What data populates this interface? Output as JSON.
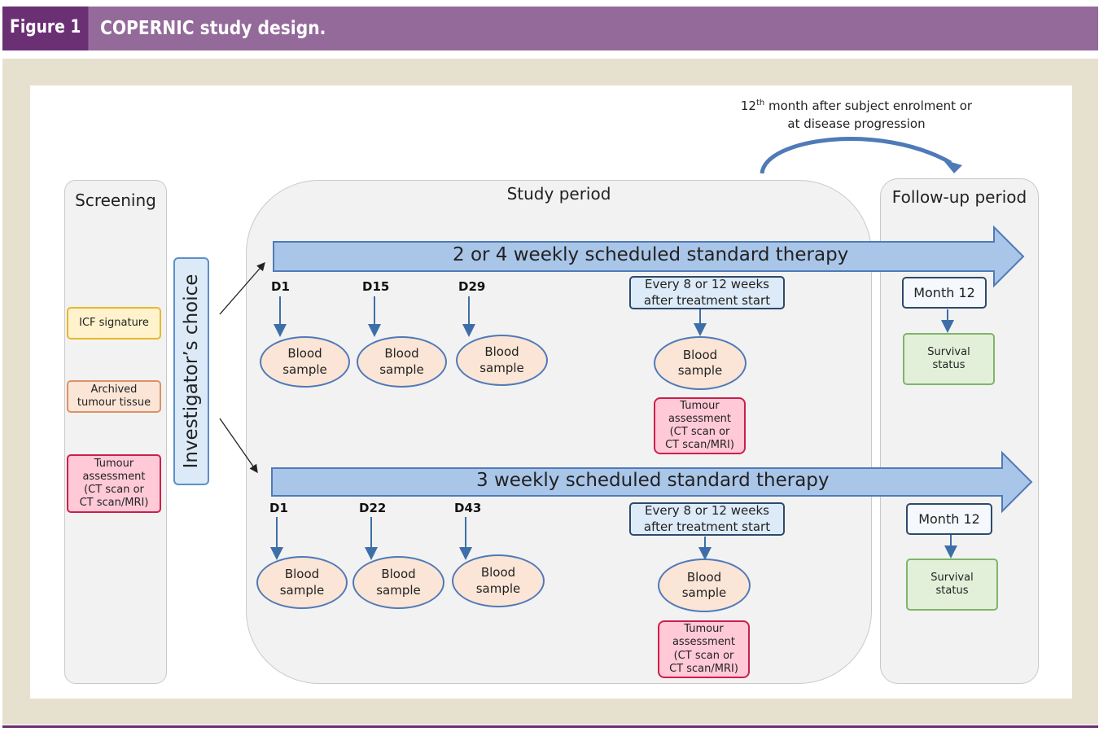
{
  "header": {
    "figure_label": "Figure 1",
    "title": "COPERNIC study design."
  },
  "colors": {
    "header_dark": "#6b2f74",
    "header_light": "#946a9b",
    "frame": "#e6e1cf",
    "therapy_arrow": "#a9c6e9",
    "blood_sample_fill": "#fbe5d6",
    "tumour_fill": "#ffc9d8",
    "survival_fill": "#e2f0d9",
    "icf_fill": "#fff2cc"
  },
  "screening": {
    "title": "Screening",
    "icf": "ICF signature",
    "archived": "Archived\ntumour tissue",
    "tumour": "Tumour\nassessment\n(CT scan or\nCT scan/MRI)"
  },
  "investigator": "Investigator’s choice",
  "study": {
    "title": "Study period"
  },
  "followup": {
    "title": "Follow-up period",
    "note_prefix": "12",
    "note_sup": "th",
    "note_line1_rest": " month after subject enrolment or",
    "note_line2": "at disease progression"
  },
  "arm1": {
    "therapy_number": "2 or 4",
    "therapy_rest": " weekly scheduled standard therapy",
    "days": [
      "D1",
      "D15",
      "D29"
    ],
    "blood_sample": "Blood\nsample",
    "every": "Every 8 or 12 weeks\nafter treatment start",
    "tumour": "Tumour\nassessment\n(CT scan or\nCT scan/MRI)",
    "month": "Month 12",
    "survival": "Survival\nstatus"
  },
  "arm2": {
    "therapy_number": "3",
    "therapy_rest": " weekly scheduled standard therapy",
    "days": [
      "D1",
      "D22",
      "D43"
    ],
    "blood_sample": "Blood\nsample",
    "every": "Every 8 or 12 weeks\nafter treatment start",
    "tumour": "Tumour\nassessment\n(CT scan or\nCT scan/MRI)",
    "month": "Month 12",
    "survival": "Survival\nstatus"
  }
}
